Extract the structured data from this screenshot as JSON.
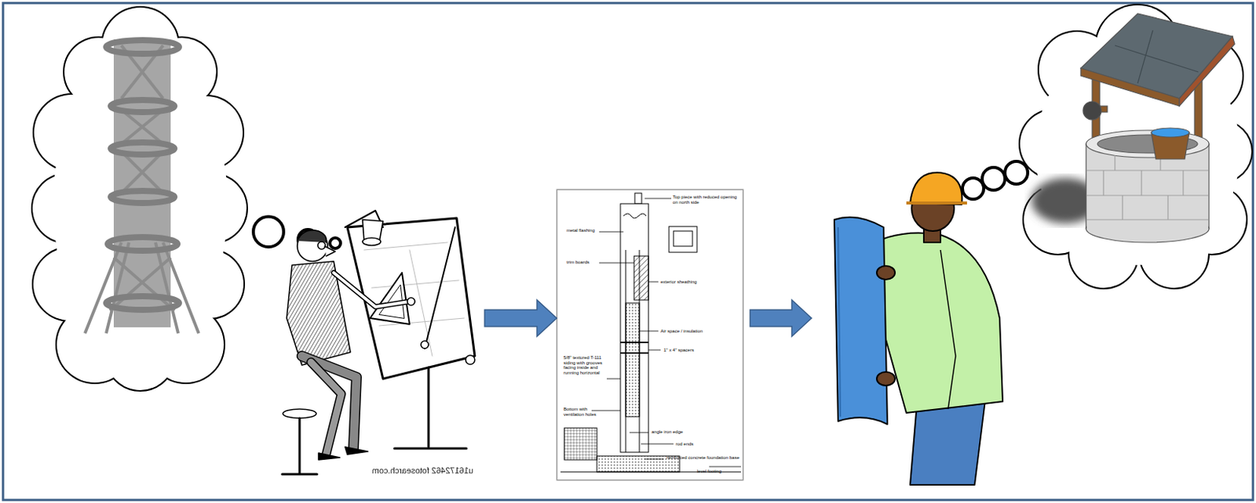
{
  "diagram": {
    "nodes": [
      {
        "text": [
          "u16172462 fotosearch.com"
        ]
      },
      {
        "text": [
          "Top piece with reduced opening on north side",
          "metal flashing",
          "trim boards",
          "exterior sheathing",
          "Air space / insulation",
          "1\" x 4\" spacers",
          "5/8\" textured T-111 siding with grooves facing inside and running horizontal",
          "Bottom with ventilation holes",
          "angle iron edge",
          "rod ends",
          "reinforced concrete foundation base",
          "level footing"
        ]
      }
    ],
    "edges": [
      {
        "from": 0,
        "to": 1,
        "arrow": "to"
      }
    ]
  }
}
